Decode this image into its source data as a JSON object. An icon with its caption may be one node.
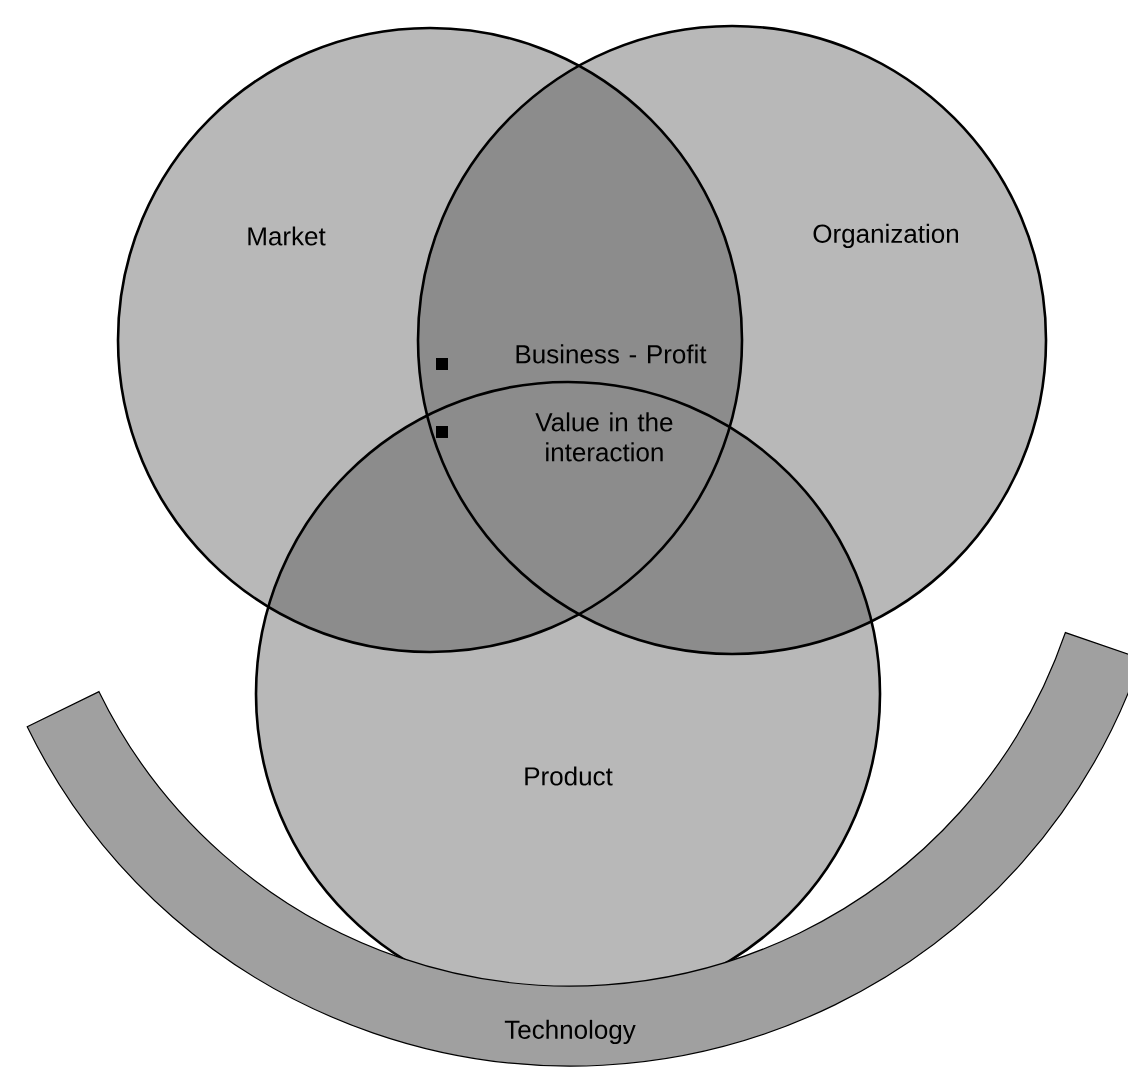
{
  "diagram": {
    "nodes": [
      {
        "text": [
          "Market"
        ]
      },
      {
        "text": [
          "Organization"
        ]
      },
      {
        "text": [
          "Product"
        ]
      },
      {
        "text": [
          "Technology"
        ]
      }
    ],
    "labels": [
      "Business - Profit",
      "Value in the interaction"
    ]
  }
}
